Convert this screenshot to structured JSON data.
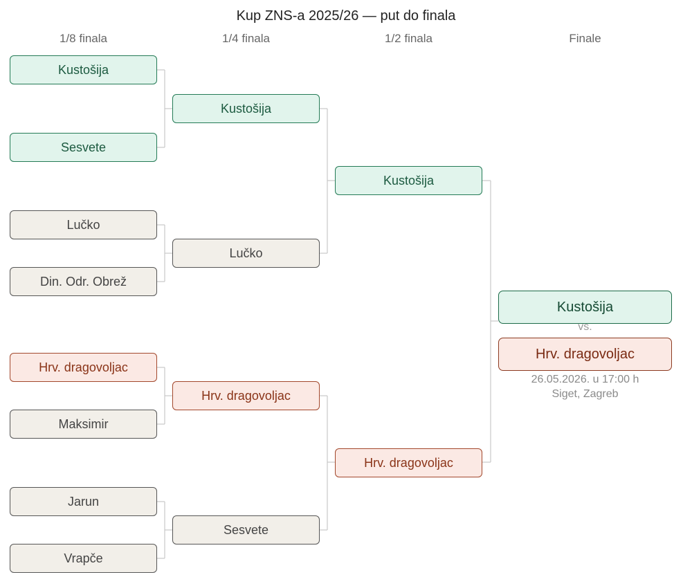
{
  "title": "Kup ZNS-a 2025/26 — put do finala",
  "rounds": [
    "1/8 finala",
    "1/4 finala",
    "1/2 finala",
    "Finale"
  ],
  "round_of_16": [
    {
      "team": "Kustošija",
      "status": "winner-path"
    },
    {
      "team": "Sesvete",
      "status": "winner-path"
    },
    {
      "team": "Lučko",
      "status": "neutral"
    },
    {
      "team": "Din. Odr. Obrež",
      "status": "neutral"
    },
    {
      "team": "Hrv. dragovoljac",
      "status": "finalist-path"
    },
    {
      "team": "Maksimir",
      "status": "neutral"
    },
    {
      "team": "Jarun",
      "status": "neutral"
    },
    {
      "team": "Vrapče",
      "status": "neutral"
    }
  ],
  "quarter_finals": [
    {
      "team": "Kustošija",
      "status": "winner-path"
    },
    {
      "team": "Lučko",
      "status": "neutral"
    },
    {
      "team": "Hrv. dragovoljac",
      "status": "finalist-path"
    },
    {
      "team": "Sesvete",
      "status": "neutral"
    }
  ],
  "semi_finals": [
    {
      "team": "Kustošija",
      "status": "winner-path"
    },
    {
      "team": "Hrv. dragovoljac",
      "status": "finalist-path"
    }
  ],
  "final": {
    "home": "Kustošija",
    "vs": "vs.",
    "away": "Hrv. dragovoljac",
    "datetime": "26.05.2026. u 17:00 h",
    "venue": "Siget, Zagreb"
  },
  "colors": {
    "winner_path": "#e1f4ec",
    "finalist_path": "#fbe9e4",
    "neutral": "#f2efe9",
    "connector": "#c8c8c8"
  }
}
